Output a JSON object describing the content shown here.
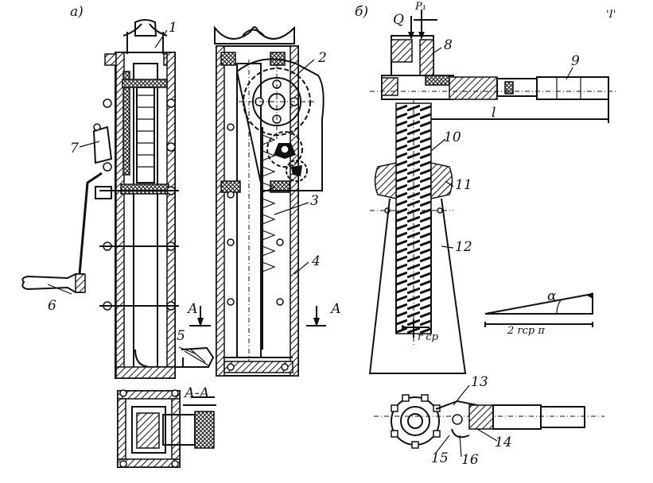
{
  "view_labels": {
    "a": "а)",
    "b": "б)",
    "section": "А-А",
    "cut_left": "А",
    "cut_right": "А"
  },
  "callouts": {
    "n1": "1",
    "n2": "2",
    "n3": "3",
    "n4": "4",
    "n5": "5",
    "n6": "6",
    "n7": "7",
    "n8": "8",
    "n9": "9",
    "n10": "10",
    "n11": "11",
    "n12": "12",
    "n13": "13",
    "n14": "14",
    "n15": "15",
    "n16": "16"
  },
  "symbols": {
    "Q": "Q",
    "P1": "P₁",
    "l": "l",
    "r_cp": "r cp",
    "alpha": "α",
    "thread_pitch": "2 rcp π",
    "stray_mark": "'I'"
  }
}
